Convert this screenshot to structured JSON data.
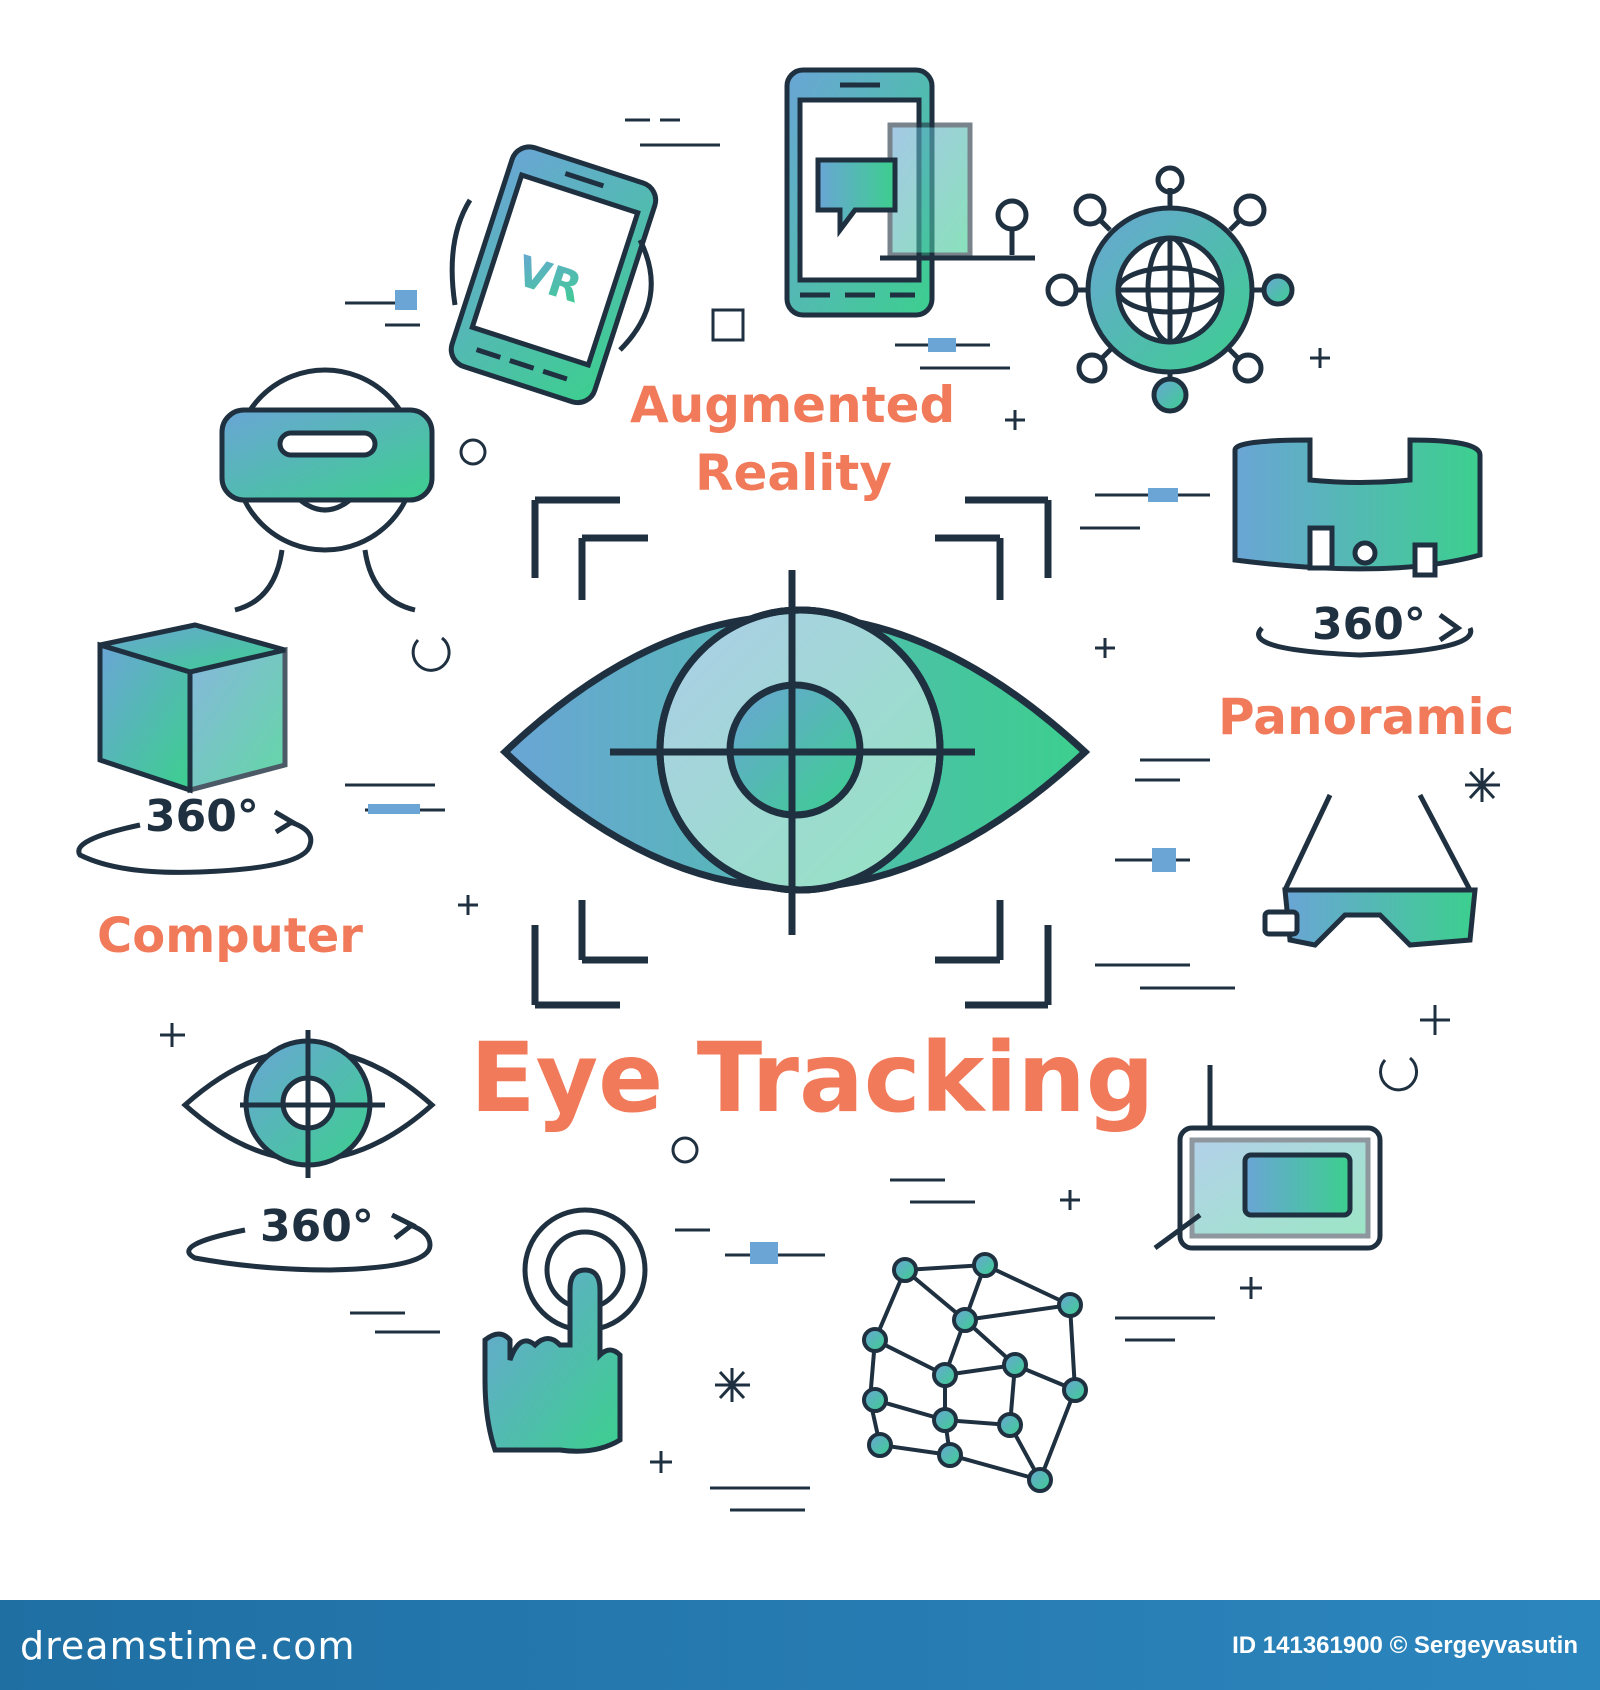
{
  "title": "Eye Tracking",
  "labels": {
    "augmented_line1": "Augmented",
    "augmented_line2": "Reality",
    "panoramic": "Panoramic",
    "computer": "Computer",
    "vr_text": "VR",
    "deg_360": "360°"
  },
  "footer": {
    "site": "dreamstime.com",
    "credit": "ID 141361900 © Sergeyvasutin"
  },
  "colors": {
    "accent_text": "#f07a5a",
    "outline": "#1f3140",
    "gradient_blue": "#6aa5d6",
    "gradient_green": "#3ccf8e",
    "footer_bg": "#1f6fa3"
  },
  "icons": [
    "eye-target-icon",
    "vr-phone-icon",
    "ar-phone-icon",
    "network-globe-icon",
    "vr-headset-icon",
    "cube-360-icon",
    "panoramic-screen-icon",
    "smart-glasses-icon",
    "eye-360-icon",
    "touch-finger-icon",
    "neural-mesh-icon",
    "phone-chat-icon"
  ]
}
